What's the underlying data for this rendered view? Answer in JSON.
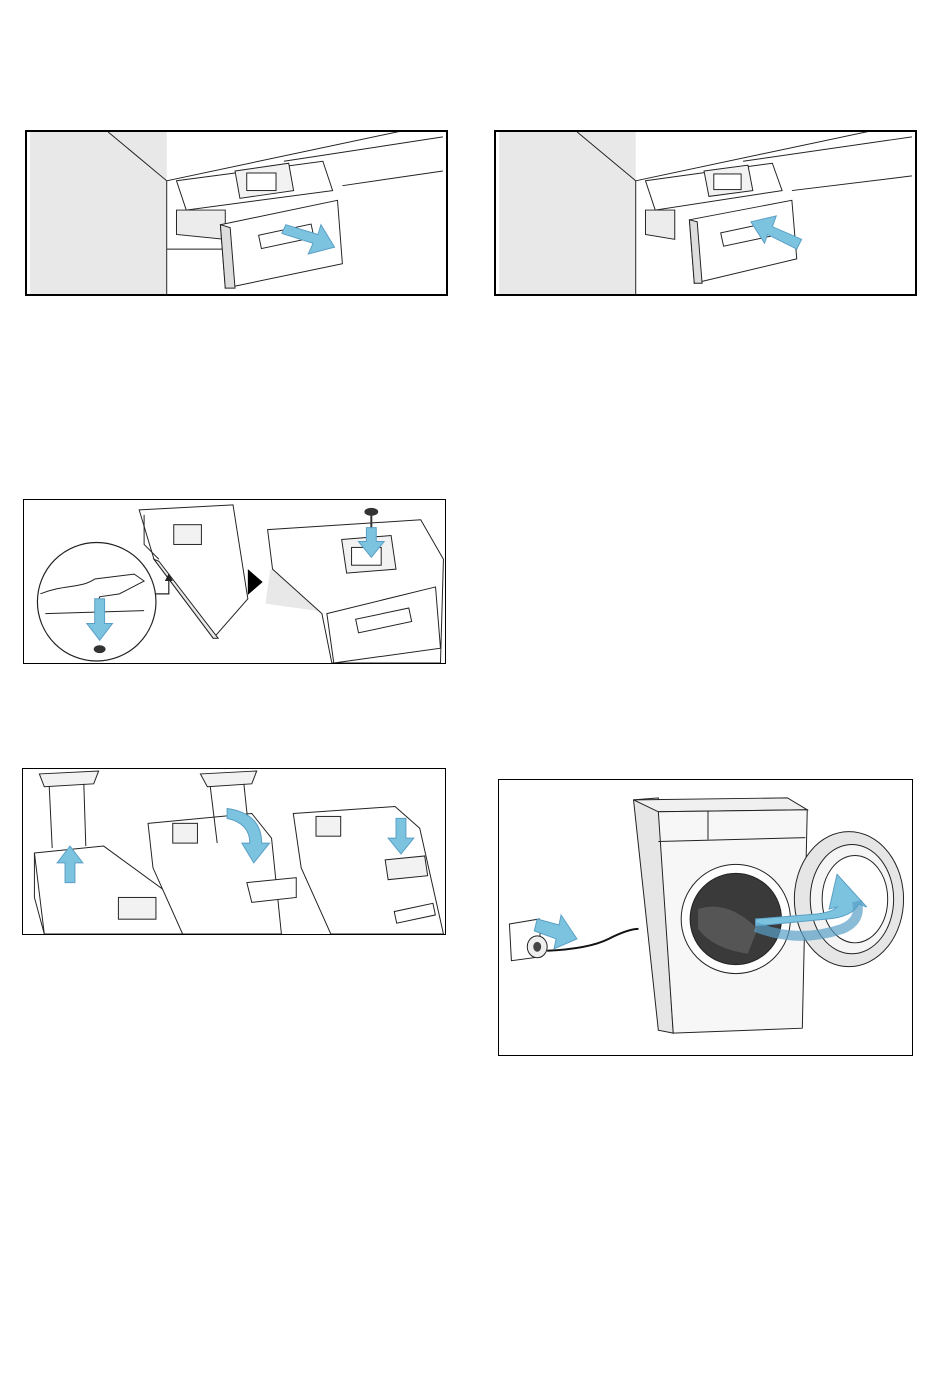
{
  "colors": {
    "arrow": "#7cc3df",
    "arrow_dark": "#5a9fc6",
    "line": "#222222",
    "shade": "#ececec",
    "wall": "#e8e8e8"
  },
  "figures": [
    {
      "name": "drawer-pull-out",
      "icon": "arrow-right-icon"
    },
    {
      "name": "drawer-push-in",
      "icon": "arrow-left-icon"
    },
    {
      "name": "release-catch",
      "icon": "arrow-down-icon"
    },
    {
      "name": "insert-siphon",
      "icon": "arrow-down-icon"
    },
    {
      "name": "plug-in-and-open-door",
      "icon": "arrow-curved-icon"
    }
  ]
}
